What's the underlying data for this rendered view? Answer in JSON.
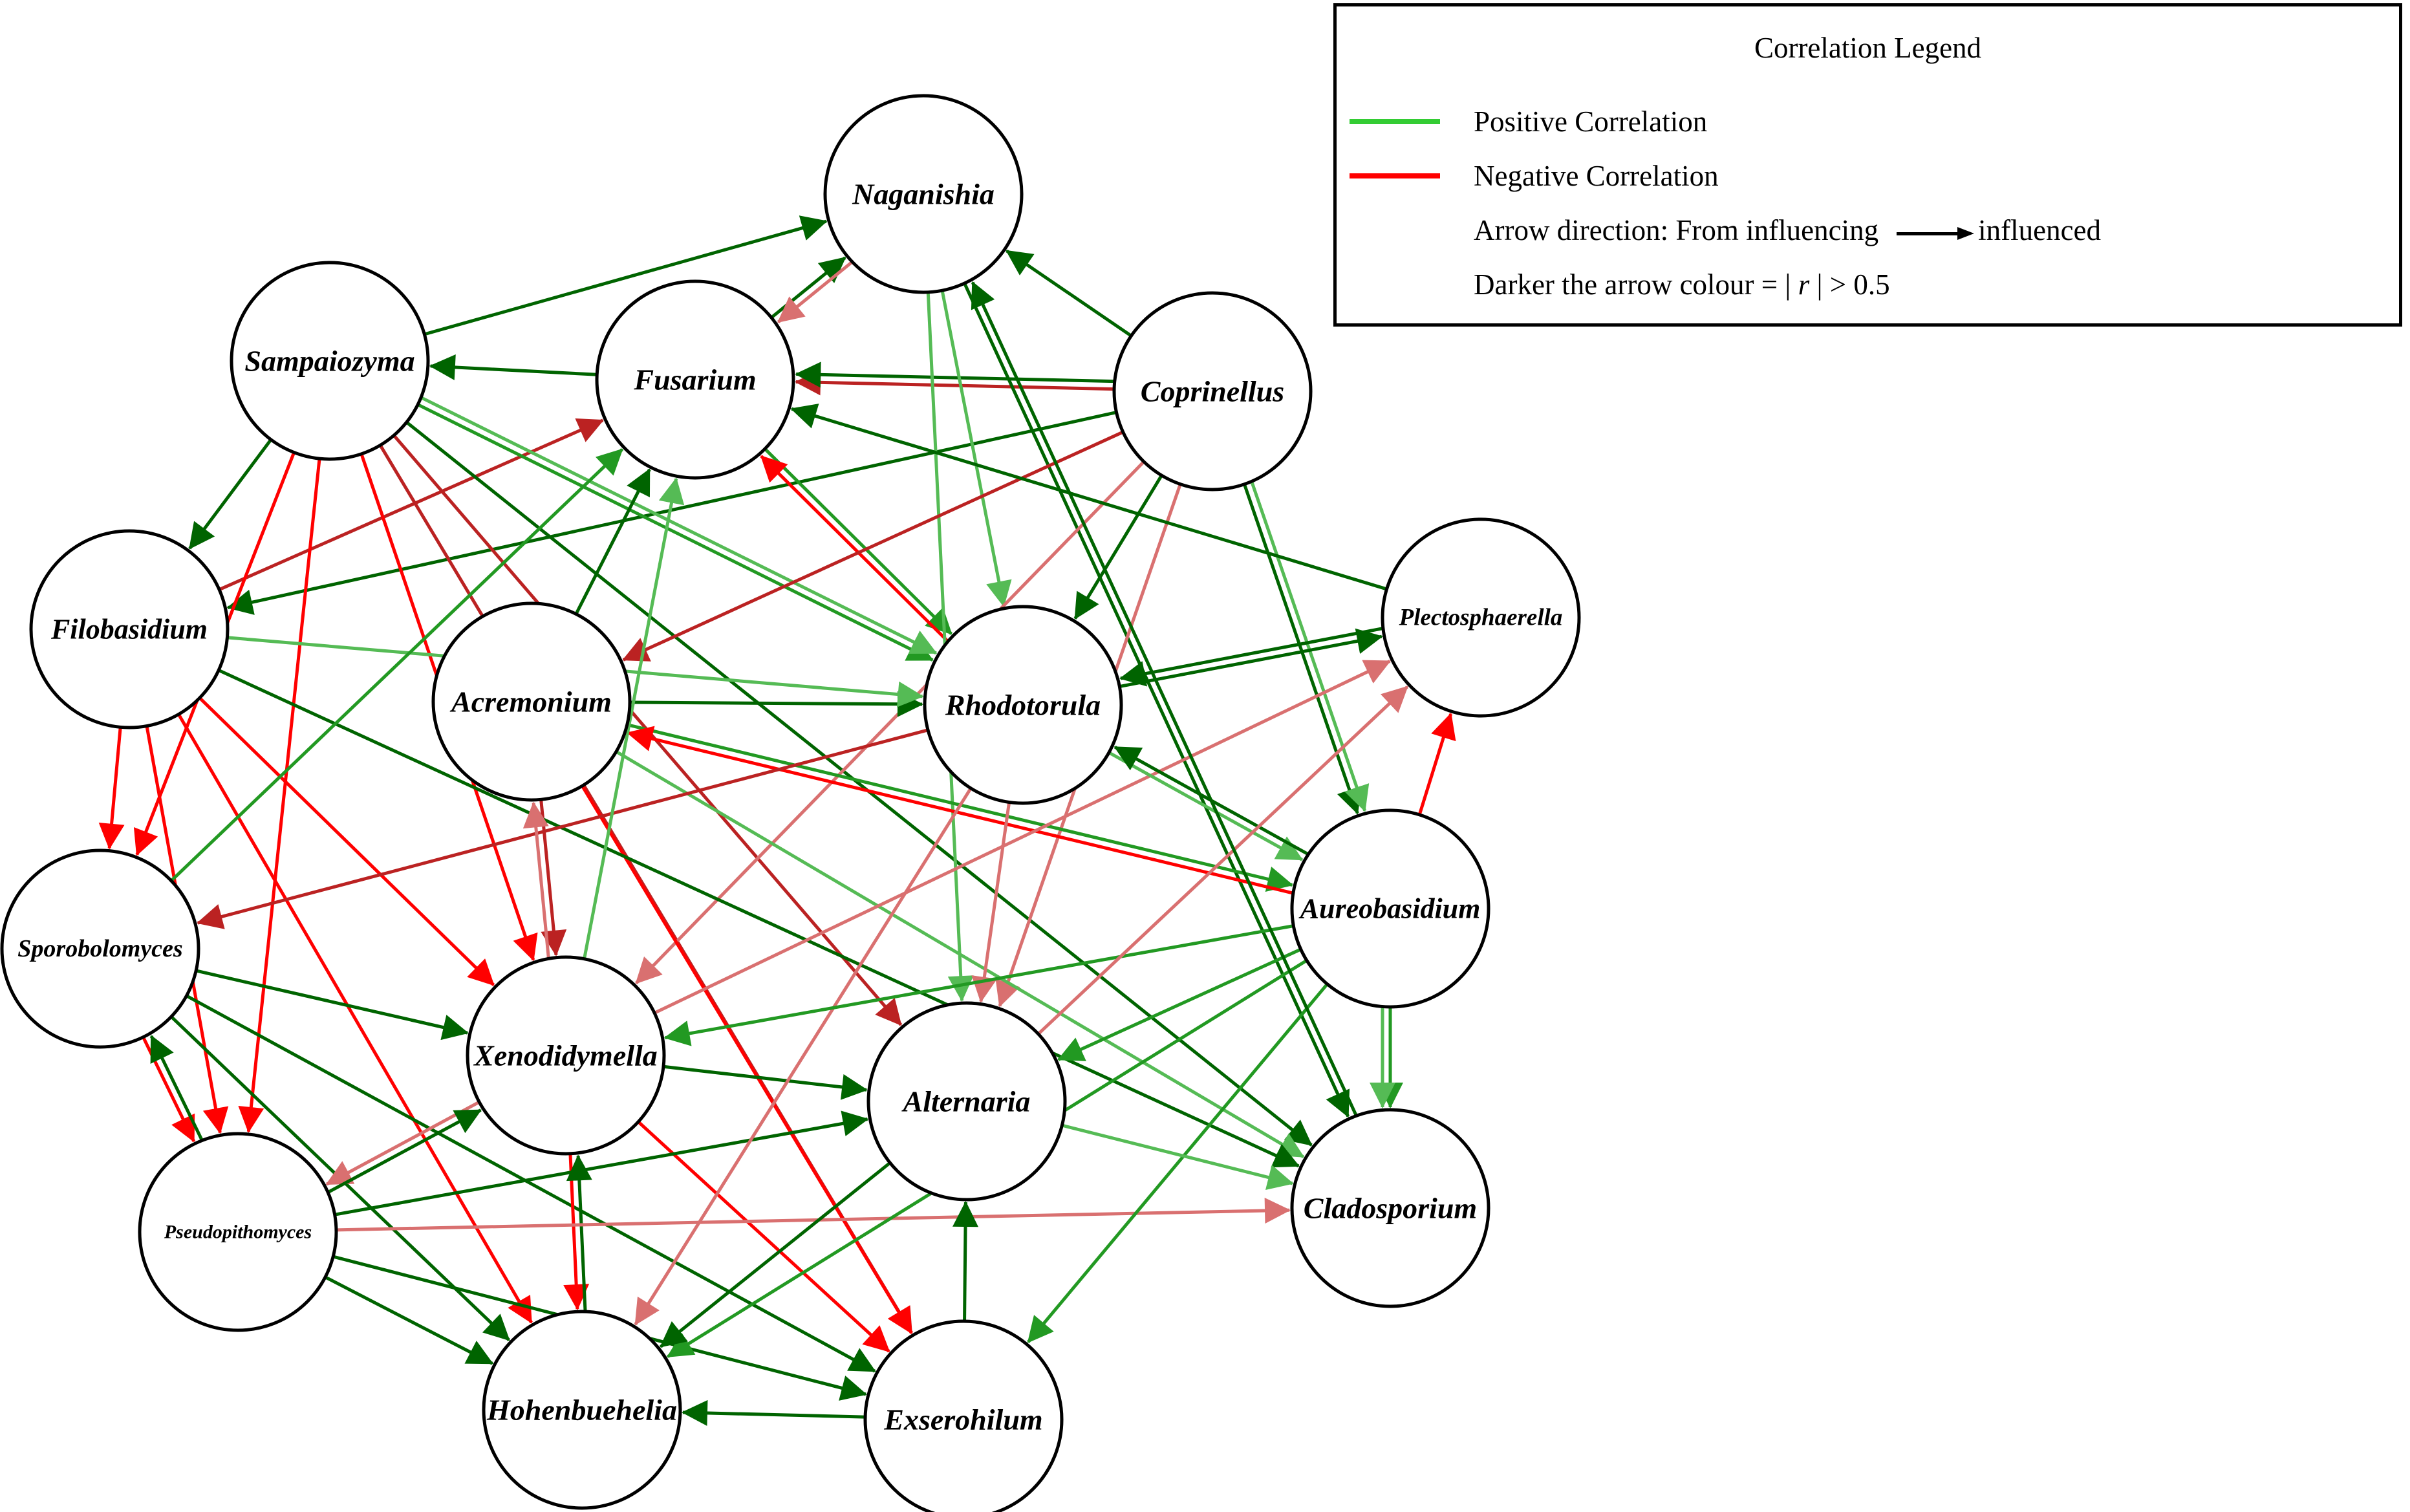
{
  "legend": {
    "title": "Correlation Legend",
    "positive_label": "Positive Correlation",
    "negative_label": "Negative Correlation",
    "direction_prefix": "Arrow direction: From influencing",
    "direction_suffix": "influenced",
    "darker_prefix": "Darker the arrow colour = |",
    "darker_var": "r",
    "darker_suffix": "| > 0.5",
    "positive_color": "#33cc33",
    "negative_color": "#ff0000"
  },
  "colors": {
    "pos_strong": "#006400",
    "pos_mid": "#229922",
    "pos_light": "#55bb55",
    "neg_strong": "#ff0000",
    "neg_dark": "#bb2222",
    "neg_light": "#d97070"
  },
  "nodes": [
    {
      "id": "naganishia",
      "label": "Naganishia"
    },
    {
      "id": "sampaiozyma",
      "label": "Sampaiozyma"
    },
    {
      "id": "fusarium",
      "label": "Fusarium"
    },
    {
      "id": "coprinellus",
      "label": "Coprinellus"
    },
    {
      "id": "filobasidium",
      "label": "Filobasidium"
    },
    {
      "id": "acremonium",
      "label": "Acremonium"
    },
    {
      "id": "rhodotorula",
      "label": "Rhodotorula"
    },
    {
      "id": "plectosphaerella",
      "label": "Plectosphaerella"
    },
    {
      "id": "sporobolomyces",
      "label": "Sporobolomyces"
    },
    {
      "id": "aureobasidium",
      "label": "Aureobasidium"
    },
    {
      "id": "xenodidymella",
      "label": "Xenodidymella"
    },
    {
      "id": "alternaria",
      "label": "Alternaria"
    },
    {
      "id": "cladosporium",
      "label": "Cladosporium"
    },
    {
      "id": "pseudopithomyces",
      "label": "Pseudopithomyces"
    },
    {
      "id": "hohenbuehelia",
      "label": "Hohenbuehelia"
    },
    {
      "id": "exserohilum",
      "label": "Exserohilum"
    }
  ],
  "edges": [
    {
      "from": "sampaiozyma",
      "to": "naganishia",
      "sign": "positive",
      "strength": "strong"
    },
    {
      "from": "fusarium",
      "to": "naganishia",
      "sign": "positive",
      "strength": "strong"
    },
    {
      "from": "naganishia",
      "to": "fusarium",
      "sign": "negative",
      "strength": "light"
    },
    {
      "from": "coprinellus",
      "to": "naganishia",
      "sign": "positive",
      "strength": "strong"
    },
    {
      "from": "fusarium",
      "to": "sampaiozyma",
      "sign": "positive",
      "strength": "strong"
    },
    {
      "from": "coprinellus",
      "to": "fusarium",
      "sign": "negative",
      "strength": "dark"
    },
    {
      "from": "coprinellus",
      "to": "fusarium",
      "sign": "positive",
      "strength": "strong"
    },
    {
      "from": "sampaiozyma",
      "to": "filobasidium",
      "sign": "positive",
      "strength": "strong"
    },
    {
      "from": "filobasidium",
      "to": "fusarium",
      "sign": "negative",
      "strength": "dark"
    },
    {
      "from": "coprinellus",
      "to": "filobasidium",
      "sign": "positive",
      "strength": "strong"
    },
    {
      "from": "sampaiozyma",
      "to": "rhodotorula",
      "sign": "positive",
      "strength": "mid"
    },
    {
      "from": "sampaiozyma",
      "to": "rhodotorula",
      "sign": "positive",
      "strength": "light"
    },
    {
      "from": "sampaiozyma",
      "to": "sporobolomyces",
      "sign": "negative",
      "strength": "strong"
    },
    {
      "from": "sampaiozyma",
      "to": "pseudopithomyces",
      "sign": "negative",
      "strength": "strong"
    },
    {
      "from": "sampaiozyma",
      "to": "xenodidymella",
      "sign": "negative",
      "strength": "strong"
    },
    {
      "from": "sampaiozyma",
      "to": "alternaria",
      "sign": "negative",
      "strength": "dark"
    },
    {
      "from": "sampaiozyma",
      "to": "cladosporium",
      "sign": "positive",
      "strength": "strong"
    },
    {
      "from": "sampaiozyma",
      "to": "exserohilum",
      "sign": "negative",
      "strength": "dark"
    },
    {
      "from": "fusarium",
      "to": "rhodotorula",
      "sign": "positive",
      "strength": "mid"
    },
    {
      "from": "rhodotorula",
      "to": "fusarium",
      "sign": "negative",
      "strength": "strong"
    },
    {
      "from": "naganishia",
      "to": "rhodotorula",
      "sign": "positive",
      "strength": "light"
    },
    {
      "from": "naganishia",
      "to": "alternaria",
      "sign": "positive",
      "strength": "light"
    },
    {
      "from": "naganishia",
      "to": "cladosporium",
      "sign": "positive",
      "strength": "strong"
    },
    {
      "from": "coprinellus",
      "to": "rhodotorula",
      "sign": "positive",
      "strength": "strong"
    },
    {
      "from": "coprinellus",
      "to": "acremonium",
      "sign": "negative",
      "strength": "dark"
    },
    {
      "from": "coprinellus",
      "to": "xenodidymella",
      "sign": "negative",
      "strength": "light"
    },
    {
      "from": "coprinellus",
      "to": "alternaria",
      "sign": "negative",
      "strength": "light"
    },
    {
      "from": "coprinellus",
      "to": "aureobasidium",
      "sign": "positive",
      "strength": "strong"
    },
    {
      "from": "coprinellus",
      "to": "aureobasidium",
      "sign": "positive",
      "strength": "light"
    },
    {
      "from": "plectosphaerella",
      "to": "fusarium",
      "sign": "positive",
      "strength": "strong"
    },
    {
      "from": "rhodotorula",
      "to": "plectosphaerella",
      "sign": "positive",
      "strength": "strong"
    },
    {
      "from": "plectosphaerella",
      "to": "rhodotorula",
      "sign": "positive",
      "strength": "strong"
    },
    {
      "from": "aureobasidium",
      "to": "plectosphaerella",
      "sign": "negative",
      "strength": "strong"
    },
    {
      "from": "acremonium",
      "to": "fusarium",
      "sign": "positive",
      "strength": "strong"
    },
    {
      "from": "acremonium",
      "to": "rhodotorula",
      "sign": "positive",
      "strength": "strong"
    },
    {
      "from": "acremonium",
      "to": "aureobasidium",
      "sign": "positive",
      "strength": "mid"
    },
    {
      "from": "aureobasidium",
      "to": "acremonium",
      "sign": "negative",
      "strength": "strong"
    },
    {
      "from": "acremonium",
      "to": "xenodidymella",
      "sign": "negative",
      "strength": "dark"
    },
    {
      "from": "acremonium",
      "to": "cladosporium",
      "sign": "positive",
      "strength": "light"
    },
    {
      "from": "acremonium",
      "to": "exserohilum",
      "sign": "negative",
      "strength": "strong"
    },
    {
      "from": "filobasidium",
      "to": "rhodotorula",
      "sign": "positive",
      "strength": "light"
    },
    {
      "from": "filobasidium",
      "to": "sporobolomyces",
      "sign": "negative",
      "strength": "strong"
    },
    {
      "from": "filobasidium",
      "to": "pseudopithomyces",
      "sign": "negative",
      "strength": "strong"
    },
    {
      "from": "filobasidium",
      "to": "xenodidymella",
      "sign": "negative",
      "strength": "strong"
    },
    {
      "from": "filobasidium",
      "to": "hohenbuehelia",
      "sign": "negative",
      "strength": "strong"
    },
    {
      "from": "filobasidium",
      "to": "cladosporium",
      "sign": "positive",
      "strength": "strong"
    },
    {
      "from": "sporobolomyces",
      "to": "fusarium",
      "sign": "positive",
      "strength": "mid"
    },
    {
      "from": "rhodotorula",
      "to": "sporobolomyces",
      "sign": "negative",
      "strength": "dark"
    },
    {
      "from": "sporobolomyces",
      "to": "xenodidymella",
      "sign": "positive",
      "strength": "strong"
    },
    {
      "from": "sporobolomyces",
      "to": "pseudopithomyces",
      "sign": "negative",
      "strength": "strong"
    },
    {
      "from": "sporobolomyces",
      "to": "hohenbuehelia",
      "sign": "positive",
      "strength": "strong"
    },
    {
      "from": "sporobolomyces",
      "to": "exserohilum",
      "sign": "positive",
      "strength": "strong"
    },
    {
      "from": "pseudopithomyces",
      "to": "sporobolomyces",
      "sign": "positive",
      "strength": "strong"
    },
    {
      "from": "xenodidymella",
      "to": "fusarium",
      "sign": "positive",
      "strength": "light"
    },
    {
      "from": "xenodidymella",
      "to": "acremonium",
      "sign": "negative",
      "strength": "light"
    },
    {
      "from": "xenodidymella",
      "to": "alternaria",
      "sign": "positive",
      "strength": "strong"
    },
    {
      "from": "xenodidymella",
      "to": "pseudopithomyces",
      "sign": "negative",
      "strength": "light"
    },
    {
      "from": "xenodidymella",
      "to": "hohenbuehelia",
      "sign": "negative",
      "strength": "strong"
    },
    {
      "from": "xenodidymella",
      "to": "exserohilum",
      "sign": "negative",
      "strength": "strong"
    },
    {
      "from": "xenodidymella",
      "to": "plectosphaerella",
      "sign": "negative",
      "strength": "light"
    },
    {
      "from": "hohenbuehelia",
      "to": "xenodidymella",
      "sign": "positive",
      "strength": "strong"
    },
    {
      "from": "pseudopithomyces",
      "to": "xenodidymella",
      "sign": "positive",
      "strength": "strong"
    },
    {
      "from": "pseudopithomyces",
      "to": "alternaria",
      "sign": "positive",
      "strength": "strong"
    },
    {
      "from": "pseudopithomyces",
      "to": "cladosporium",
      "sign": "negative",
      "strength": "light"
    },
    {
      "from": "pseudopithomyces",
      "to": "hohenbuehelia",
      "sign": "positive",
      "strength": "strong"
    },
    {
      "from": "pseudopithomyces",
      "to": "exserohilum",
      "sign": "positive",
      "strength": "strong"
    },
    {
      "from": "rhodotorula",
      "to": "alternaria",
      "sign": "negative",
      "strength": "light"
    },
    {
      "from": "rhodotorula",
      "to": "hohenbuehelia",
      "sign": "negative",
      "strength": "light"
    },
    {
      "from": "rhodotorula",
      "to": "aureobasidium",
      "sign": "positive",
      "strength": "light"
    },
    {
      "from": "aureobasidium",
      "to": "rhodotorula",
      "sign": "positive",
      "strength": "strong"
    },
    {
      "from": "aureobasidium",
      "to": "xenodidymella",
      "sign": "positive",
      "strength": "mid"
    },
    {
      "from": "aureobasidium",
      "to": "alternaria",
      "sign": "positive",
      "strength": "mid"
    },
    {
      "from": "aureobasidium",
      "to": "cladosporium",
      "sign": "positive",
      "strength": "mid"
    },
    {
      "from": "aureobasidium",
      "to": "cladosporium",
      "sign": "positive",
      "strength": "light"
    },
    {
      "from": "aureobasidium",
      "to": "exserohilum",
      "sign": "positive",
      "strength": "mid"
    },
    {
      "from": "aureobasidium",
      "to": "hohenbuehelia",
      "sign": "positive",
      "strength": "mid"
    },
    {
      "from": "alternaria",
      "to": "hohenbuehelia",
      "sign": "positive",
      "strength": "strong"
    },
    {
      "from": "alternaria",
      "to": "cladosporium",
      "sign": "positive",
      "strength": "light"
    },
    {
      "from": "alternaria",
      "to": "plectosphaerella",
      "sign": "negative",
      "strength": "light"
    },
    {
      "from": "exserohilum",
      "to": "alternaria",
      "sign": "positive",
      "strength": "strong"
    },
    {
      "from": "exserohilum",
      "to": "hohenbuehelia",
      "sign": "positive",
      "strength": "strong"
    },
    {
      "from": "cladosporium",
      "to": "naganishia",
      "sign": "positive",
      "strength": "strong"
    }
  ]
}
